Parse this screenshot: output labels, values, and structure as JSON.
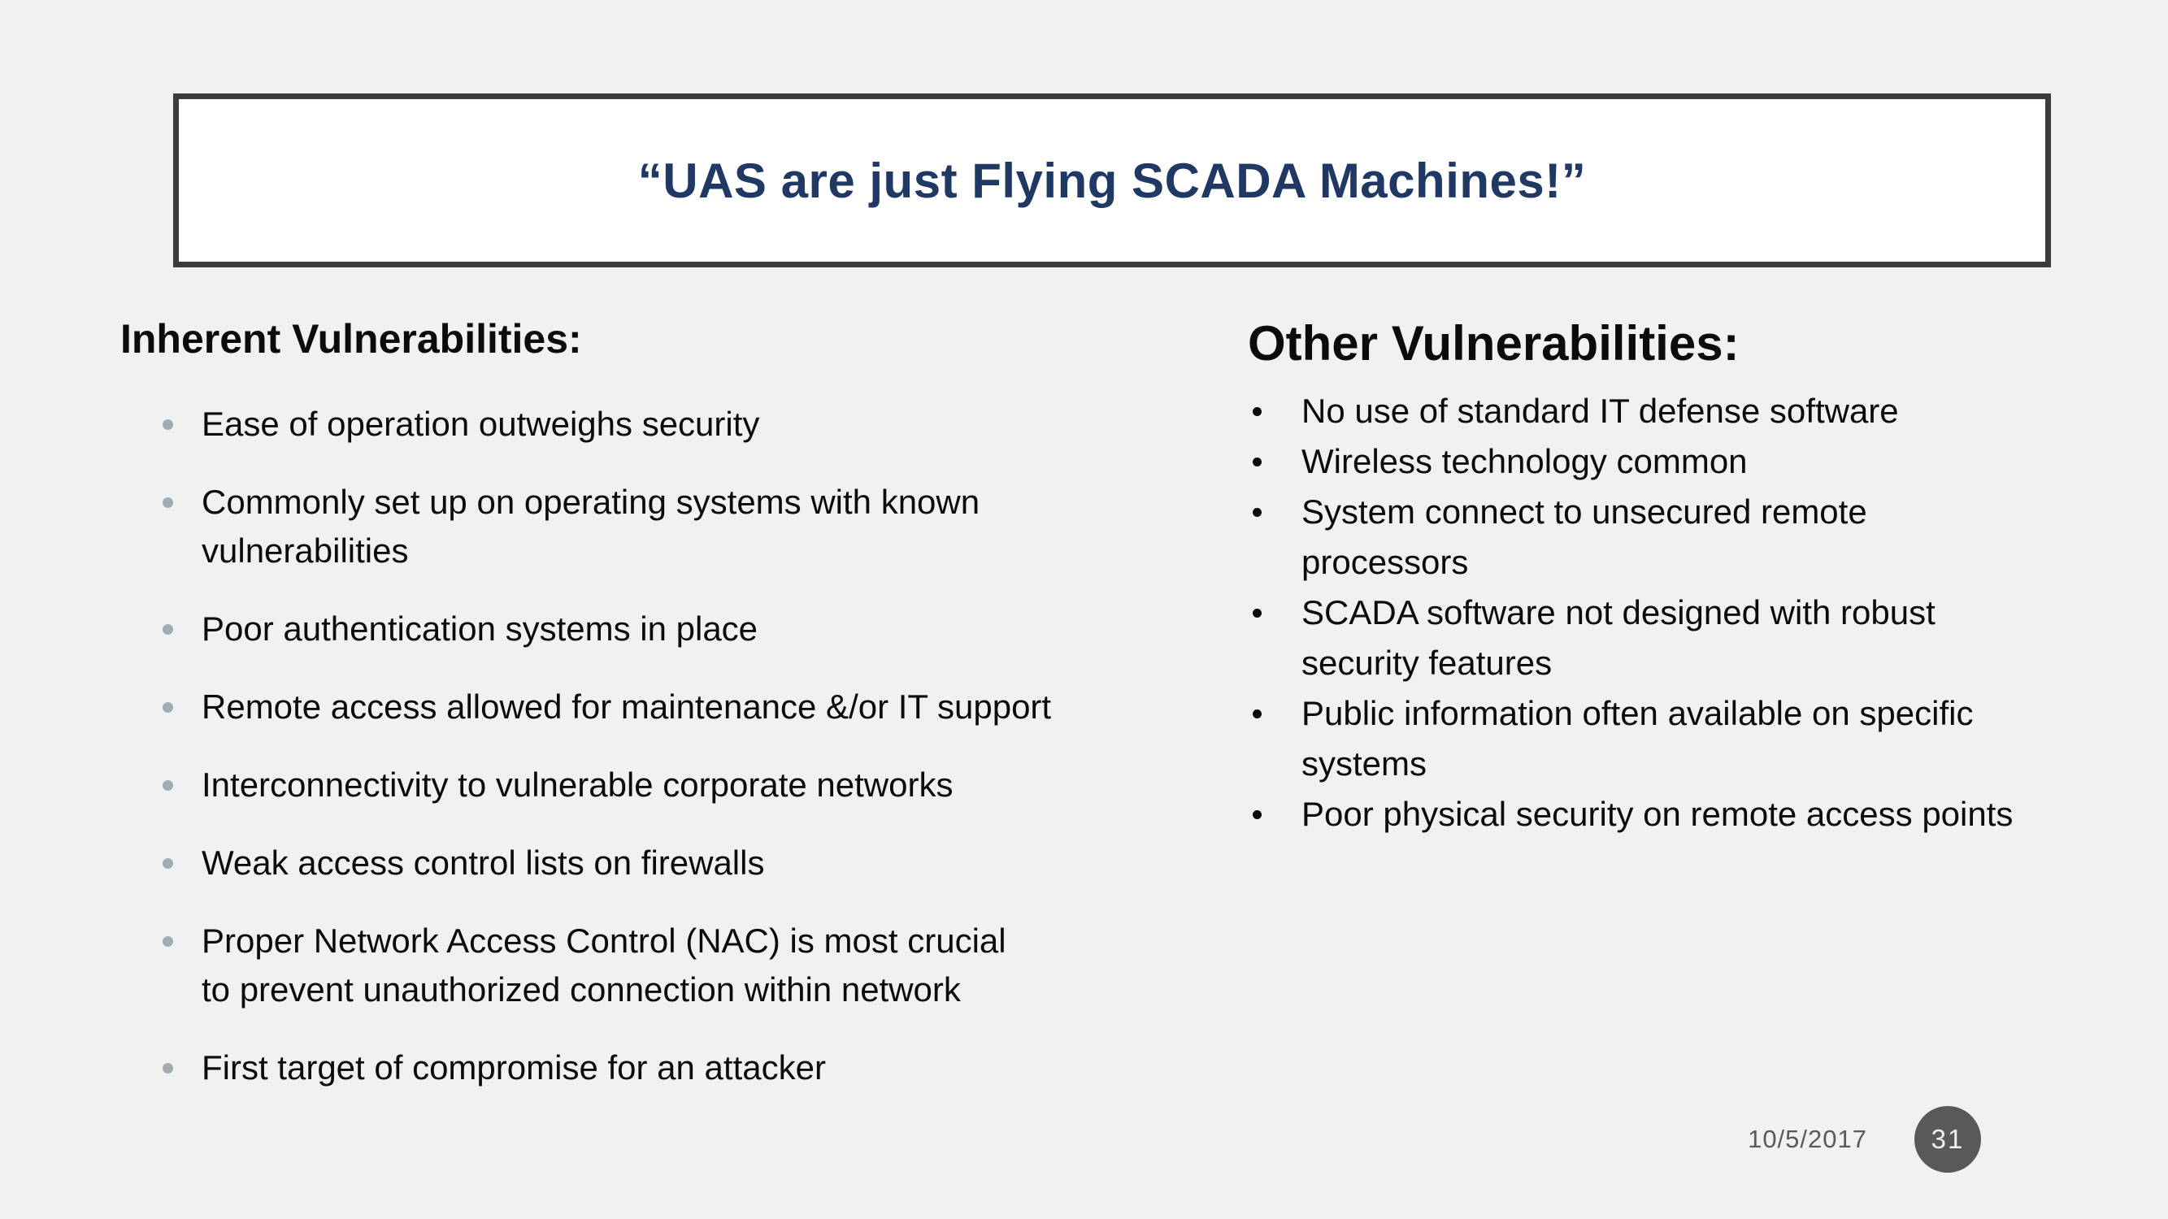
{
  "slide": {
    "title": "“UAS are just Flying SCADA Machines!”",
    "left_section": {
      "heading": "Inherent Vulnerabilities:",
      "bullets": [
        "Ease of operation outweighs security",
        "Commonly set up on operating systems with known\nvulnerabilities",
        "Poor authentication systems in place",
        "Remote access allowed for maintenance &/or IT support",
        "Interconnectivity to vulnerable corporate networks",
        "Weak access control lists on firewalls",
        "Proper Network Access Control (NAC) is most crucial\nto prevent unauthorized connection within network",
        "First target of compromise for an attacker"
      ]
    },
    "right_section": {
      "heading": "Other Vulnerabilities:",
      "bullets": [
        "No use of standard IT defense software",
        "Wireless technology common",
        "System connect to unsecured remote\nprocessors",
        "SCADA software not designed with robust\nsecurity features",
        "Public information often available on specific\nsystems",
        "Poor physical security on remote access points"
      ]
    },
    "footer": {
      "date": "10/5/2017",
      "page_number": "31"
    },
    "colors": {
      "background": "#f1f1f2",
      "title_text": "#1f3864",
      "title_box_border": "#3c3c3c",
      "title_box_background": "#ffffff",
      "body_text": "#0b0b0b",
      "left_bullet_dot": "#a0abb2",
      "footer_text": "#595959",
      "page_circle": "#595959"
    }
  }
}
